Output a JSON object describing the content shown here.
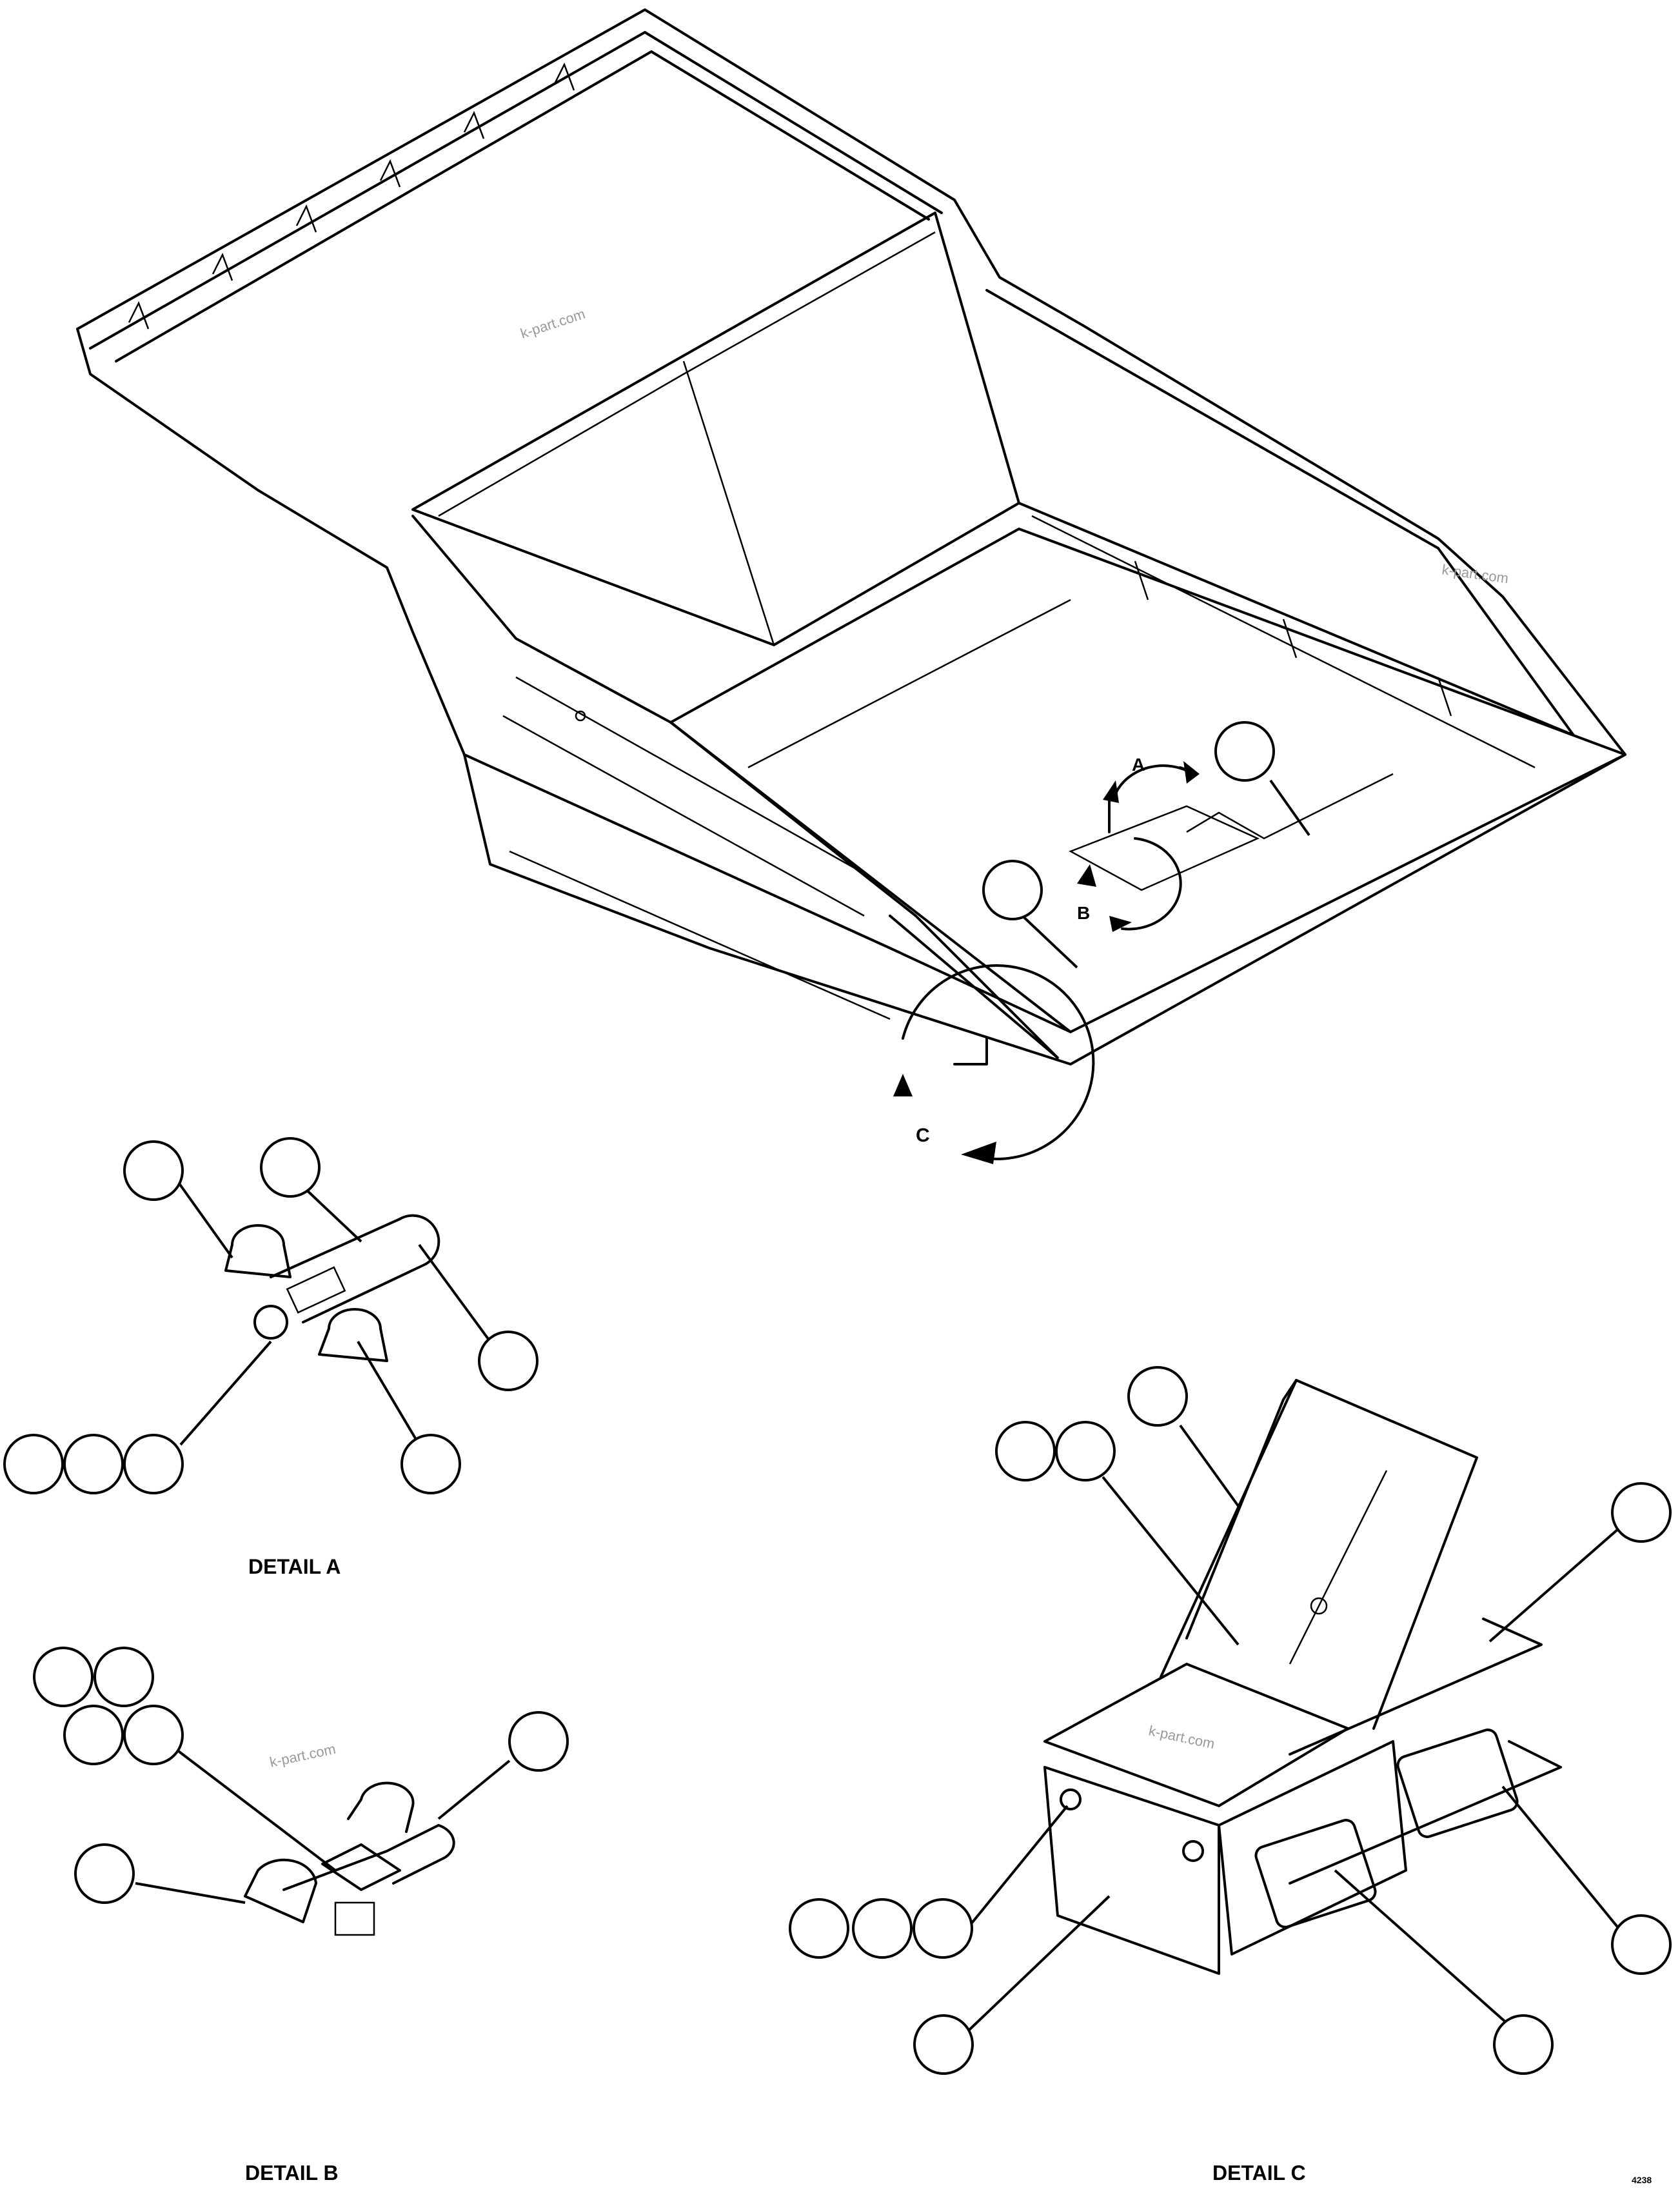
{
  "view_labels": {
    "a": "A",
    "b": "B",
    "c": "C"
  },
  "detail_titles": {
    "a": "DETAIL A",
    "b": "DETAIL B",
    "c": "DETAIL C"
  },
  "watermark": "k-part.com",
  "drawing_number": "4238"
}
